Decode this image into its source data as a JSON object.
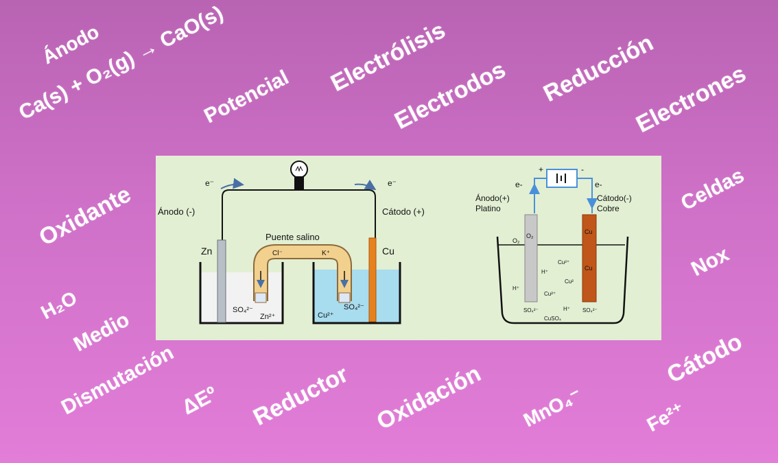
{
  "background": {
    "top_color": "#b963b3",
    "bottom_color": "#e27dd8"
  },
  "words": {
    "anodo": "Ánodo",
    "equation": "Ca(s) + O₂(g)  →  CaO(s)",
    "potencial": "Potencial",
    "electrolisis": "Electrólisis",
    "electrodos": "Electrodos",
    "reduccion": "Reducción",
    "electrones": "Electrones",
    "oxidante": "Oxidante",
    "celdas": "Celdas",
    "nox": "Nox",
    "h2o": "H₂O",
    "medio": "Medio",
    "dismutacion": "Dismutación",
    "delta_e": "ΔEº",
    "reductor": "Reductor",
    "oxidacion": "Oxidación",
    "mno4": "MnO₄⁻",
    "catodo": "Cátodo",
    "fe2": "Fe²⁺"
  },
  "galvanic_cell": {
    "electron_left": "e⁻",
    "electron_right": "e⁻",
    "anode_label": "Ánodo (-)",
    "cathode_label": "Cátodo (+)",
    "salt_bridge": "Puente salino",
    "zn": "Zn",
    "cu": "Cu",
    "cl": "Cl⁻",
    "k": "K⁺",
    "so4_left": "SO₄²⁻",
    "zn2": "Zn²⁺",
    "cu2": "Cu²⁺",
    "so4_right": "SO₄²⁻"
  },
  "electrolytic_cell": {
    "plus": "+",
    "minus": "-",
    "e_left": "e-",
    "e_right": "e-",
    "anode_label": "Ánodo(+)",
    "anode_material": "Platino",
    "cathode_label": "Cátodo(-)",
    "cathode_material": "Cobre",
    "o2_outer": "O₂",
    "o2_inner": "O₂",
    "cu_top": "Cu",
    "cu_mid": "Cu",
    "cu2_a": "Cu²⁺",
    "h_a": "H⁺",
    "h_b": "H⁺",
    "cu2_b": "Cu²",
    "cu2_c": "Cu²⁺",
    "so4_a": "SO₄²⁻",
    "h_c": "H⁺",
    "so4_b": "SO₄²⁻",
    "cuso4": "CuSO₄"
  }
}
